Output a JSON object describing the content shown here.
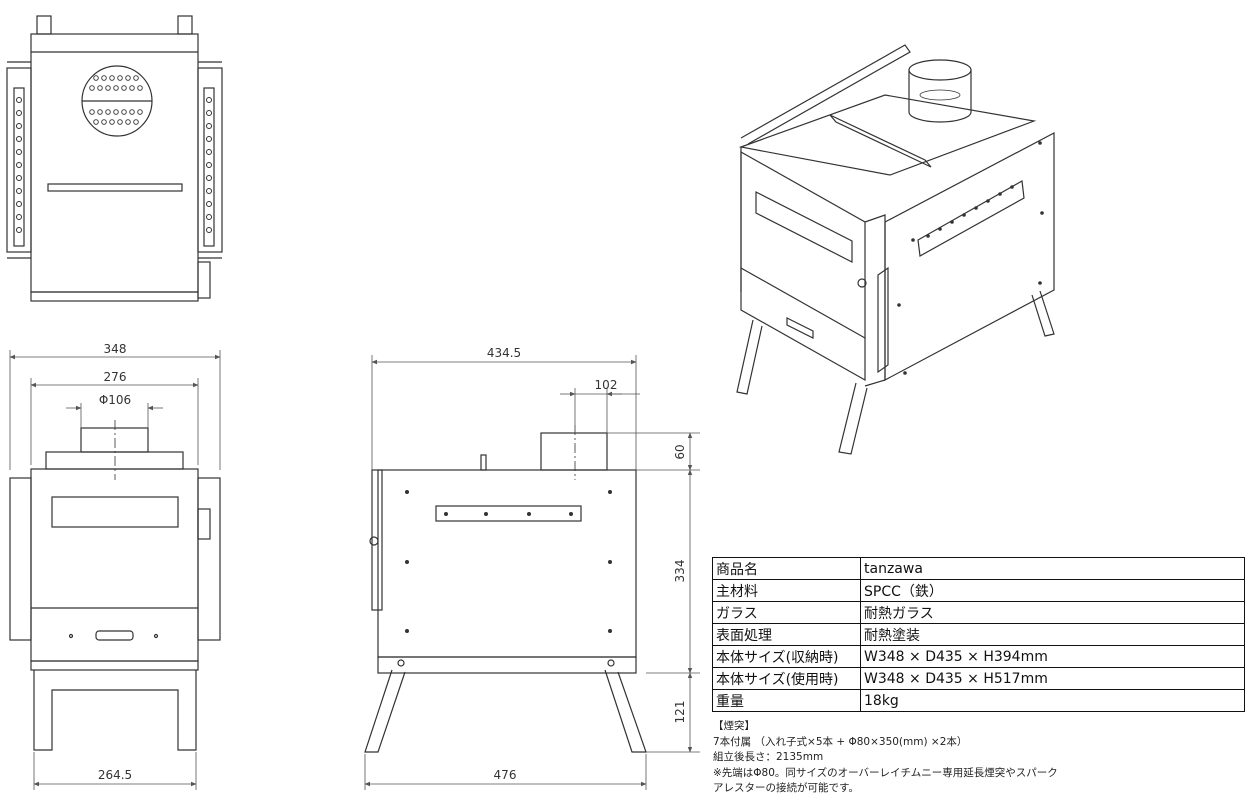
{
  "dimensions": {
    "w348": "348",
    "w276": "276",
    "flue_dia": "Φ106",
    "w264": "264.5",
    "d434": "434.5",
    "flue102": "102",
    "h60": "60",
    "h334": "334",
    "h121": "121",
    "d476": "476"
  },
  "spec_table": {
    "rows": [
      {
        "label": "商品名",
        "value": "tanzawa"
      },
      {
        "label": "主材料",
        "value": "SPCC（鉄）"
      },
      {
        "label": "ガラス",
        "value": "耐熱ガラス"
      },
      {
        "label": "表面処理",
        "value": "耐熱塗装"
      },
      {
        "label": "本体サイズ(収納時)",
        "value": "W348 × D435 × H394mm"
      },
      {
        "label": "本体サイズ(使用時)",
        "value": "W348 × D435 × H517mm"
      },
      {
        "label": "重量",
        "value": "18kg"
      }
    ]
  },
  "notes": {
    "heading": "【煙突】",
    "line1": "7本付属 （入れ子式×5本 + Φ80×350(mm) ×2本）",
    "line2": "組立後長さ：2135mm",
    "line3": "※先端はΦ80。同サイズのオーバーレイチムニー専用延長煙突やスパーク",
    "line4": "アレスターの接続が可能です。"
  }
}
